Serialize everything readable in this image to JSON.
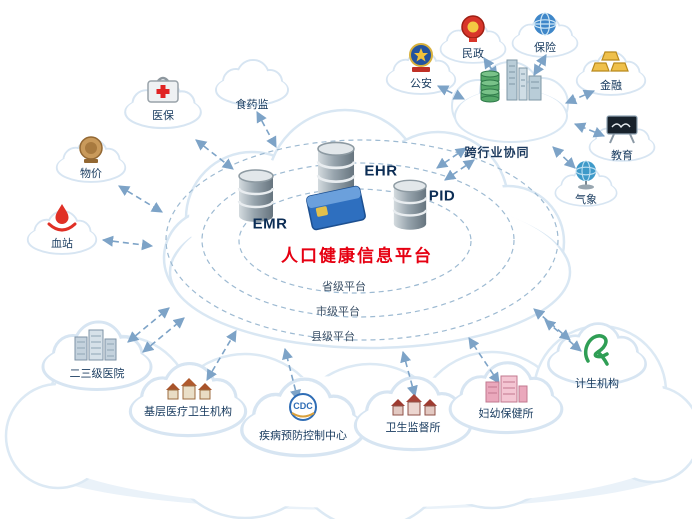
{
  "platform": {
    "title": "人口健康信息平台",
    "databases": {
      "emr": "EMR",
      "ehr": "EHR",
      "pid": "PID"
    },
    "levels": [
      "省级平台",
      "市级平台",
      "县级平台"
    ]
  },
  "cross_industry": {
    "label": "跨行业协同"
  },
  "icons": {
    "cdc_text": "CDC"
  },
  "nodes": [
    {
      "id": "medical-insurance",
      "label": "医保",
      "icon": "medical-case-icon"
    },
    {
      "id": "food-drug-admin",
      "label": "食药监",
      "icon": "cloud-icon"
    },
    {
      "id": "pricing",
      "label": "物价",
      "icon": "price-seal-icon"
    },
    {
      "id": "blood-station",
      "label": "血站",
      "icon": "blood-drop-icon"
    },
    {
      "id": "public-security",
      "label": "公安",
      "icon": "police-badge-icon"
    },
    {
      "id": "civil-affairs",
      "label": "民政",
      "icon": "emblem-icon"
    },
    {
      "id": "insurance",
      "label": "保险",
      "icon": "globe-icon"
    },
    {
      "id": "finance",
      "label": "金融",
      "icon": "gold-ingots-icon"
    },
    {
      "id": "education",
      "label": "教育",
      "icon": "blackboard-icon"
    },
    {
      "id": "meteorology",
      "label": "气象",
      "icon": "globe-stand-icon"
    },
    {
      "id": "tier-hospitals",
      "label": "二三级医院",
      "icon": "hospital-buildings-icon"
    },
    {
      "id": "primary-care",
      "label": "基层医疗卫生机构",
      "icon": "village-houses-icon"
    },
    {
      "id": "cdc-center",
      "label": "疾病预防控制中心",
      "icon": "cdc-logo-icon"
    },
    {
      "id": "health-supervision",
      "label": "卫生监督所",
      "icon": "supervision-houses-icon"
    },
    {
      "id": "mch-care",
      "label": "妇幼保健所",
      "icon": "pink-buildings-icon"
    },
    {
      "id": "family-planning",
      "label": "计生机构",
      "icon": "green-ribbon-icon"
    }
  ],
  "colors": {
    "platform_title": "#e60012",
    "arrows": "#7da3c7",
    "node_label": "#173a5e",
    "cloud_stroke": "#d8e6f2"
  }
}
